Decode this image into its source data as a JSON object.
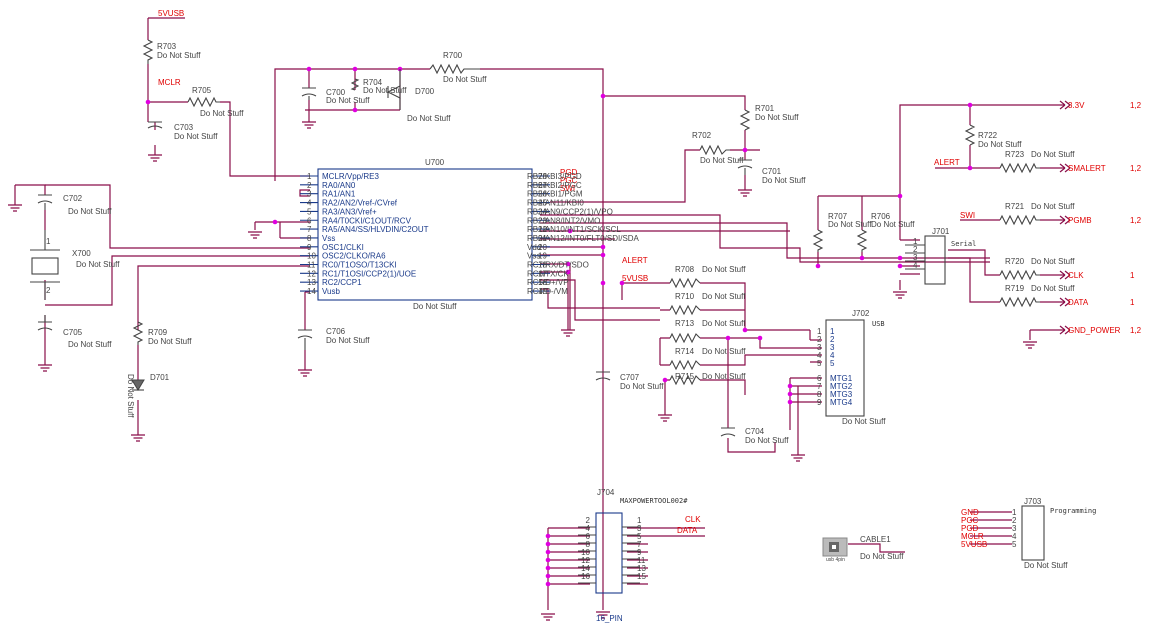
{
  "net_labels": {
    "vusb_top": "5VUSB",
    "mclr": "MCLR",
    "pgd": "PGD",
    "pgc": "PGC",
    "swi": "SWI",
    "alert_mid": "ALERT",
    "vusb_mid": "5VUSB",
    "v33": "3.3V",
    "alert_right": "ALERT",
    "smalert": "SMALERT",
    "swi_right": "SWI",
    "pgmb": "PGMB",
    "clk": "CLK",
    "data": "DATA",
    "gnd_power": "GND_POWER",
    "j704_clk": "CLK",
    "j704_data": "DATA"
  },
  "port_refs": {
    "v33": "1,2",
    "smalert": "1,2",
    "pgmb": "1,2",
    "clk": "1",
    "data": "1",
    "gnd_power": "1,2"
  },
  "components": {
    "r703": "R703",
    "r705": "R705",
    "c703": "C703",
    "c700": "C700",
    "r704": "R704",
    "d700": "D700",
    "r700": "R700",
    "r701": "R701",
    "r702": "R702",
    "c701": "C701",
    "c702": "C702",
    "x700": "X700",
    "c705": "C705",
    "r709": "R709",
    "d701": "D701",
    "c706": "C706",
    "c707": "C707",
    "u700": "U700",
    "r707": "R707",
    "r706": "R706",
    "j701": "J701",
    "r722": "R722",
    "r723": "R723",
    "r721": "R721",
    "r720": "R720",
    "r719": "R719",
    "r708": "R708",
    "r710": "R710",
    "r713": "R713",
    "r714": "R714",
    "r715": "R715",
    "c704": "C704",
    "j702": "J702",
    "j704": "J704",
    "j703": "J703",
    "cable1": "CABLE1"
  },
  "dns": "Do Not Stuff",
  "u700": {
    "left_pins": [
      {
        "num": "1",
        "name": "MCLR/Vpp/RE3"
      },
      {
        "num": "2",
        "name": "RA0/AN0"
      },
      {
        "num": "3",
        "name": "RA1/AN1"
      },
      {
        "num": "4",
        "name": "RA2/AN2/Vref-/CVref"
      },
      {
        "num": "5",
        "name": "RA3/AN3/Vref+"
      },
      {
        "num": "6",
        "name": "RA4/T0CKI/C1OUT/RCV"
      },
      {
        "num": "7",
        "name": "RA5/AN4/SS/HLVDIN/C2OUT"
      },
      {
        "num": "8",
        "name": "Vss"
      },
      {
        "num": "9",
        "name": "OSC1/CLKI"
      },
      {
        "num": "10",
        "name": "OSC2/CLKO/RA6"
      },
      {
        "num": "11",
        "name": "RC0/T1OSO/T13CKI"
      },
      {
        "num": "12",
        "name": "RC1/T1OSI/CCP2(1)/UOE"
      },
      {
        "num": "13",
        "name": "RC2/CCP1"
      },
      {
        "num": "14",
        "name": "Vusb"
      }
    ],
    "right_pins": [
      {
        "num": "28",
        "name": "RB7/KBI3/PGD"
      },
      {
        "num": "27",
        "name": "RB6/KBI2/PGC"
      },
      {
        "num": "26",
        "name": "RB5/KBI1/PGM"
      },
      {
        "num": "25",
        "name": "RB4/AN11/KBI0"
      },
      {
        "num": "24",
        "name": "RB3/AN9/CCP2(1)/VPO"
      },
      {
        "num": "23",
        "name": "RB2/AN8/INT2/VMO"
      },
      {
        "num": "22",
        "name": "RB1/AN10/INT1/SCK/SCL"
      },
      {
        "num": "21",
        "name": "RB0/AN12/INT0/FLT0/SDI/SDA"
      },
      {
        "num": "20",
        "name": "Vdd"
      },
      {
        "num": "19",
        "name": "Vss"
      },
      {
        "num": "18",
        "name": "RC7/RX/DT/SDO"
      },
      {
        "num": "17",
        "name": "RC6/TX/CK"
      },
      {
        "num": "16",
        "name": "RC5/D+/VP"
      },
      {
        "num": "15",
        "name": "RC4/D-/VM"
      }
    ]
  },
  "x700_pins": [
    "1",
    "2"
  ],
  "j701": {
    "title": "Serial",
    "pins": [
      "1",
      "2",
      "3",
      "4"
    ]
  },
  "j702": {
    "title": "USB",
    "left_nums": [
      "1",
      "2",
      "3",
      "4",
      "5",
      "6",
      "7",
      "8",
      "9"
    ],
    "pin_names": [
      "1",
      "2",
      "3",
      "4",
      "5",
      "MTG1",
      "MTG2",
      "MTG3",
      "MTG4"
    ]
  },
  "j704": {
    "part": "MAXPOWERTOOL002#",
    "value": "16_PIN",
    "even": [
      "2",
      "4",
      "6",
      "8",
      "10",
      "12",
      "14",
      "16"
    ],
    "odd": [
      "1",
      "3",
      "5",
      "7",
      "9",
      "11",
      "13",
      "15"
    ]
  },
  "j703": {
    "title": "Programming",
    "nets": [
      "GND",
      "PGC",
      "PGD",
      "MCLR",
      "5VUSB"
    ],
    "pins": [
      "1",
      "2",
      "3",
      "4",
      "5"
    ]
  },
  "cable1_note": "usb 4pin",
  "colors": {
    "wire": "#8a0f4a",
    "net_label": "#e00000",
    "pin_text": "#1a3a8a",
    "component": "#444444",
    "junction": "#e000e0"
  }
}
